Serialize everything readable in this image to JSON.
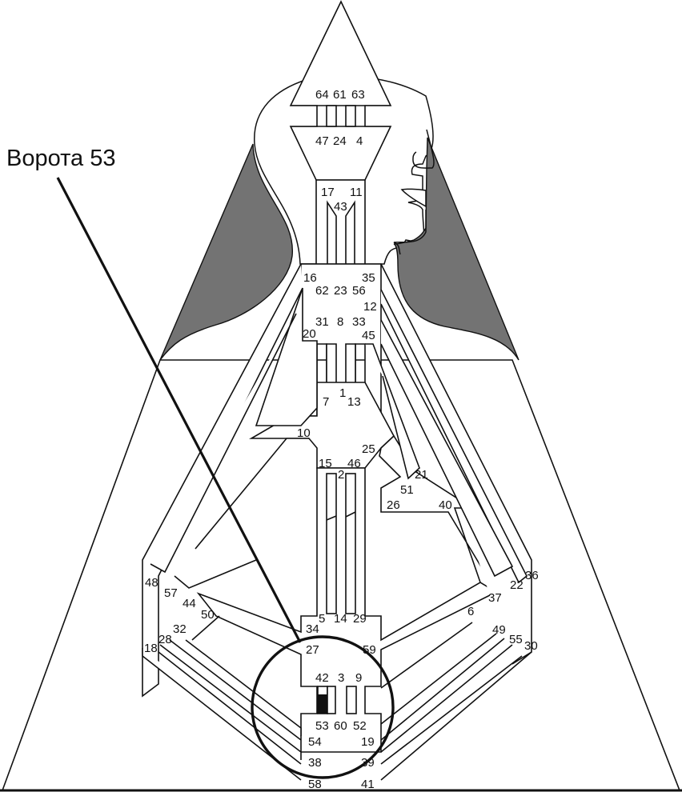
{
  "title": "Ворота 53",
  "callout": {
    "label": "Ворота 53",
    "target_gate": "53"
  },
  "colors": {
    "line": "#111111",
    "shade": "#737373",
    "background": "#ffffff",
    "active_gate": "#111111"
  },
  "centers": {
    "head": {
      "name": "head",
      "gates": [
        "64",
        "61",
        "63"
      ]
    },
    "ajna": {
      "name": "ajna",
      "gates": [
        "47",
        "24",
        "4",
        "17",
        "43",
        "11"
      ]
    },
    "throat": {
      "name": "throat",
      "gates": [
        "62",
        "23",
        "56",
        "16",
        "35",
        "12",
        "45",
        "31",
        "8",
        "33",
        "20"
      ]
    },
    "g": {
      "name": "g",
      "gates": [
        "7",
        "1",
        "13",
        "10",
        "15",
        "2",
        "46",
        "25"
      ]
    },
    "ego": {
      "name": "ego",
      "gates": [
        "21",
        "51",
        "26",
        "40"
      ]
    },
    "spleen": {
      "name": "spleen",
      "gates": [
        "48",
        "57",
        "44",
        "50",
        "32",
        "28",
        "18"
      ]
    },
    "sacral": {
      "name": "sacral",
      "gates": [
        "5",
        "14",
        "29",
        "34",
        "27",
        "59",
        "42",
        "3",
        "9"
      ]
    },
    "solar_plexus": {
      "name": "solar-plexus",
      "gates": [
        "36",
        "22",
        "37",
        "6",
        "49",
        "55",
        "30"
      ]
    },
    "root": {
      "name": "root",
      "gates": [
        "53",
        "60",
        "52",
        "54",
        "19",
        "38",
        "39",
        "58",
        "41"
      ]
    }
  },
  "gate_labels": {
    "g64": "64",
    "g61": "61",
    "g63": "63",
    "g47": "47",
    "g24": "24",
    "g4": "4",
    "g17": "17",
    "g43": "43",
    "g11": "11",
    "g16": "16",
    "g35": "35",
    "g62": "62",
    "g23": "23",
    "g56": "56",
    "g12": "12",
    "g31": "31",
    "g8": "8",
    "g33": "33",
    "g20": "20",
    "g45": "45",
    "g7": "7",
    "g1": "1",
    "g13": "13",
    "g10": "10",
    "g25": "25",
    "g15": "15",
    "g2": "2",
    "g46": "46",
    "g21": "21",
    "g51": "51",
    "g26": "26",
    "g40": "40",
    "g48": "48",
    "g57": "57",
    "g44": "44",
    "g50": "50",
    "g36": "36",
    "g22": "22",
    "g37": "37",
    "g6": "6",
    "g5": "5",
    "g14": "14",
    "g29": "29",
    "g34": "34",
    "g27": "27",
    "g59": "59",
    "g32": "32",
    "g28": "28",
    "g18": "18",
    "g49": "49",
    "g55": "55",
    "g30": "30",
    "g42": "42",
    "g3": "3",
    "g9": "9",
    "g53": "53",
    "g60": "60",
    "g52": "52",
    "g54": "54",
    "g19": "19",
    "g38": "38",
    "g39": "39",
    "g58": "58",
    "g41": "41"
  },
  "active_gates": [
    "53"
  ]
}
